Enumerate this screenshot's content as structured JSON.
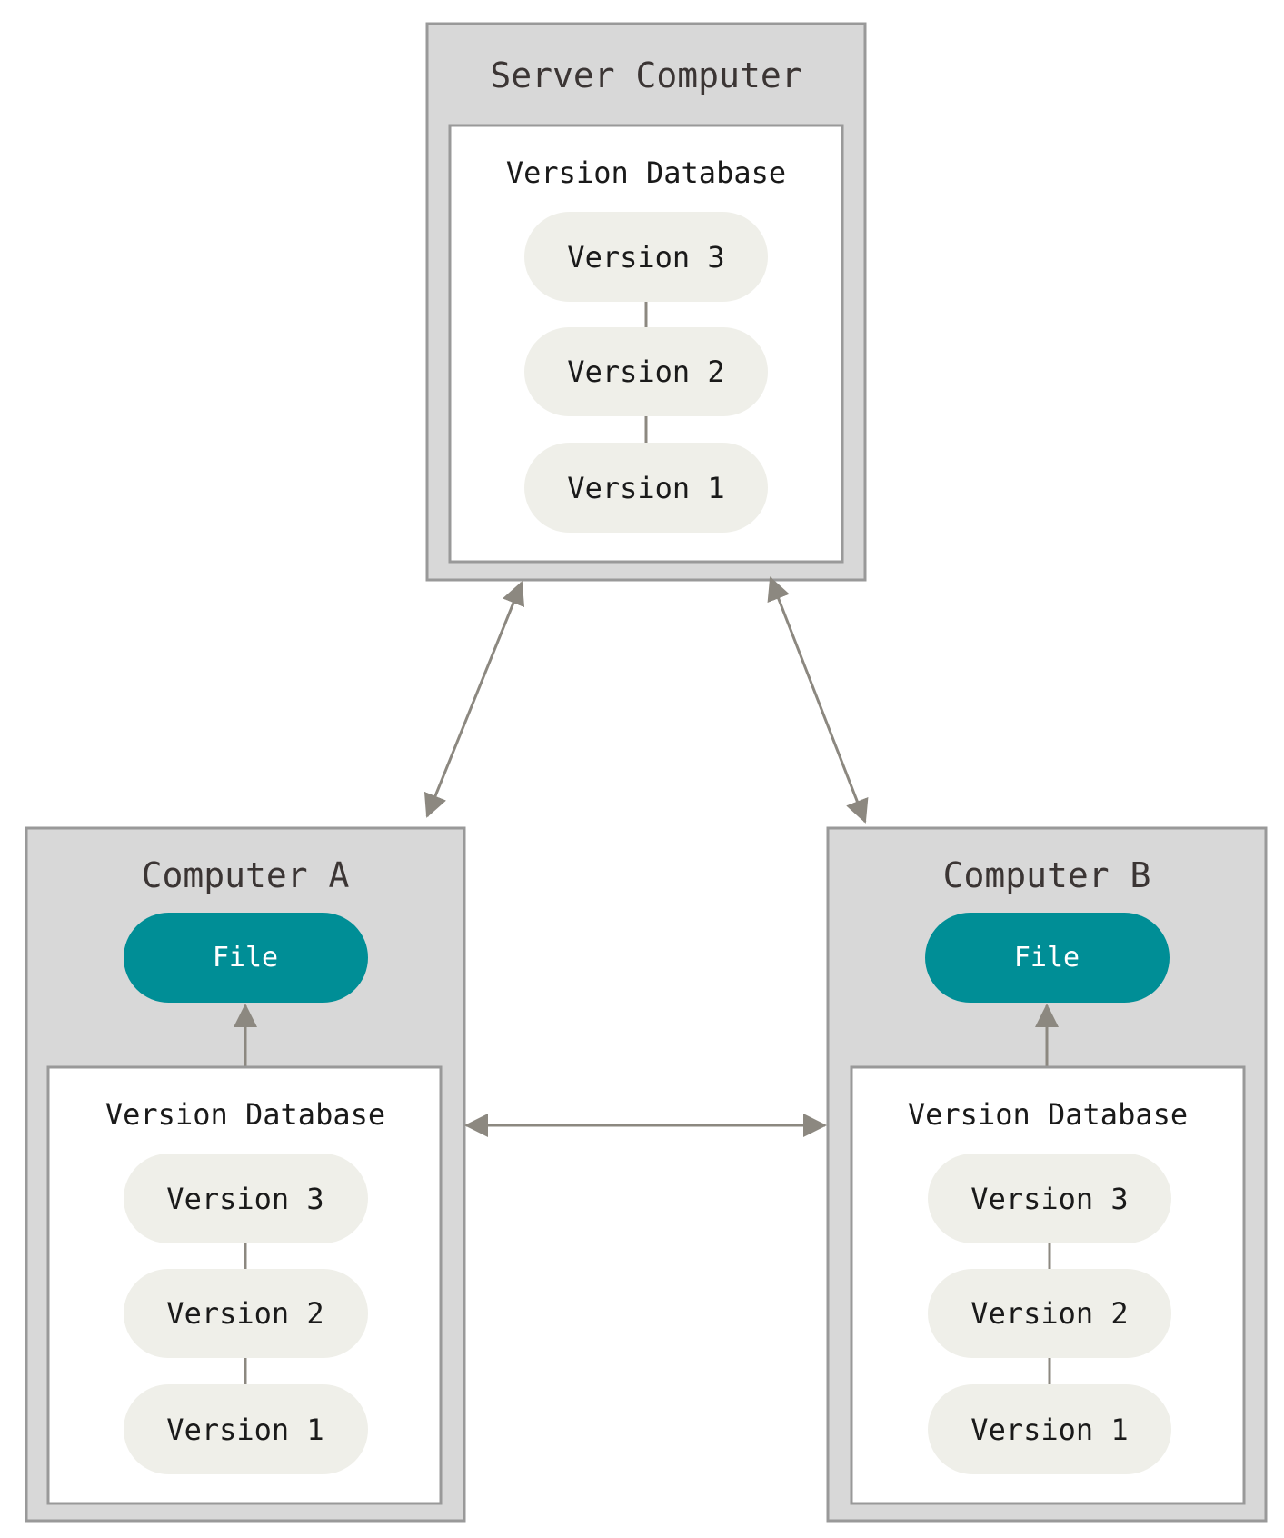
{
  "colors": {
    "outer_fill": "#d8d8d8",
    "outer_stroke": "#999999",
    "inner_fill": "#ffffff",
    "pill_fill": "#efefe9",
    "file_fill": "#008e96",
    "arrow": "#8c8880",
    "connector": "#8c8880"
  },
  "server": {
    "title": "Server Computer",
    "db_title": "Version Database",
    "versions": [
      "Version 3",
      "Version 2",
      "Version 1"
    ]
  },
  "computer_a": {
    "title": "Computer A",
    "file_label": "File",
    "db_title": "Version Database",
    "versions": [
      "Version 3",
      "Version 2",
      "Version 1"
    ]
  },
  "computer_b": {
    "title": "Computer B",
    "file_label": "File",
    "db_title": "Version Database",
    "versions": [
      "Version 3",
      "Version 2",
      "Version 1"
    ]
  }
}
